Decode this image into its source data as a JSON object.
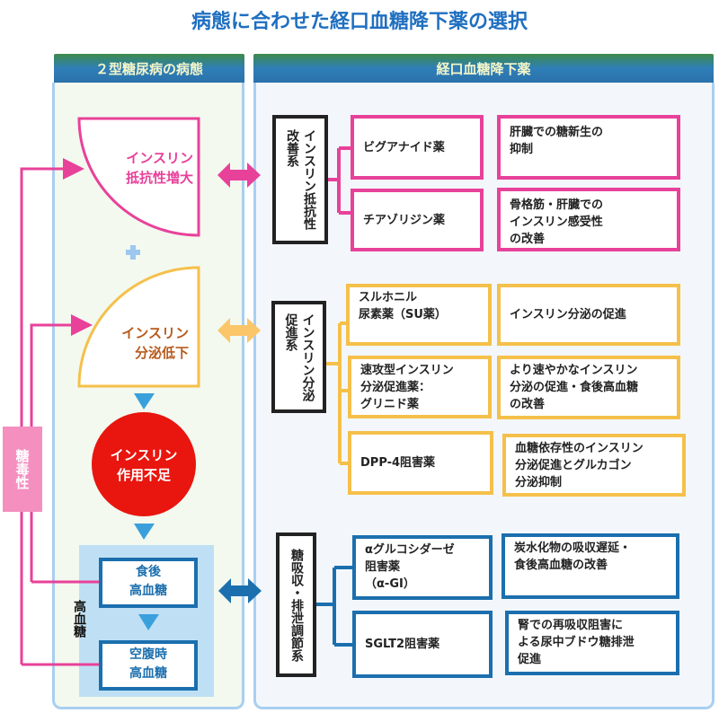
{
  "title": "病態に合わせた経口血糖降下薬の選択",
  "left_header": "２型糖尿病の病態",
  "right_header": "経口血糖降下薬",
  "colors": {
    "pink": "#e8419a",
    "yellow": "#f5c04a",
    "blue": "#1b6fae",
    "red": "#e8160f",
    "title": "#1f6fc0"
  },
  "pathology": {
    "resistance": "インスリン\n抵抗性増大",
    "plus_icon": "plus-icon",
    "secretion": "インスリン\n分泌低下",
    "deficiency": "インスリン\n作用不足",
    "hyperglycemia_label": "高血糖",
    "postprandial": "食後\n高血糖",
    "fasting": "空腹時\n高血糖",
    "glucotoxicity": "糖毒性"
  },
  "groups": [
    {
      "category": "インスリン抵抗性\n改善系",
      "drugs": [
        {
          "name": "ビグアナイド薬",
          "effect": "肝臓での糖新生の\n抑制"
        },
        {
          "name": "チアゾリジン薬",
          "effect": "骨格筋・肝臓での\nインスリン感受性\nの改善"
        }
      ]
    },
    {
      "category": "インスリン分泌\n促進系",
      "drugs": [
        {
          "name": "スルホニル\n尿素薬（SU薬）",
          "effect": "インスリン分泌の促進"
        },
        {
          "name": "速攻型インスリン\n分泌促進薬：\nグリニド薬",
          "effect": "より速やかなインスリン\n分泌の促進・食後高血糖\nの改善"
        },
        {
          "name": "DPP-4阻害薬",
          "effect": "血糖依存性のインスリン\n分泌促進とグルカゴン\n分泌抑制"
        }
      ]
    },
    {
      "category": "糖吸収・排泄調節系",
      "drugs": [
        {
          "name": "αグルコシダーゼ\n阻害薬\n（α-GI）",
          "effect": "炭水化物の吸収遅延・\n食後高血糖の改善"
        },
        {
          "name": "SGLT2阻害薬",
          "effect": "腎での再吸収阻害に\nよる尿中ブドウ糖排泄\n促進"
        }
      ]
    }
  ]
}
